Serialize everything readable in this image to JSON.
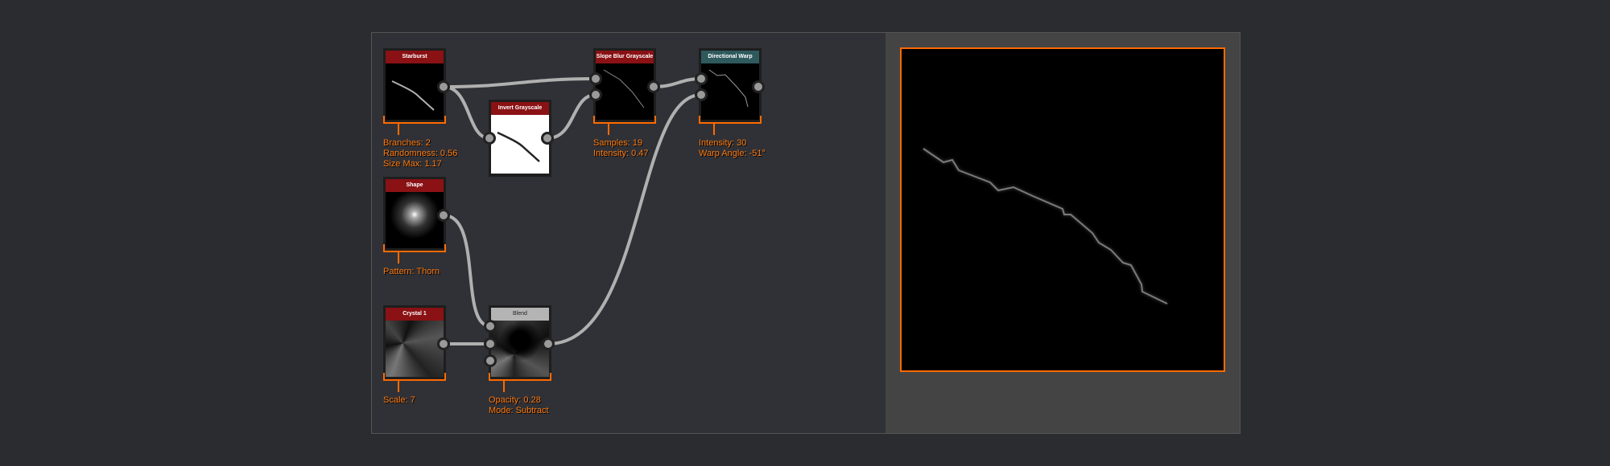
{
  "nodes": {
    "starburst": {
      "title": "Starburst",
      "params": [
        "Branches: 2",
        "Randomness: 0.56",
        "Size Max: 1.17"
      ]
    },
    "invert": {
      "title": "Invert Grayscale"
    },
    "slope_blur": {
      "title": "Slope Blur Grayscale",
      "params": [
        "Samples: 19",
        "Intensity: 0.47"
      ]
    },
    "directional_warp": {
      "title": "Directional Warp",
      "params": [
        "Intensity: 30",
        "Warp Angle: -51°"
      ]
    },
    "shape": {
      "title": "Shape",
      "params": [
        "Pattern: Thorn"
      ]
    },
    "crystal": {
      "title": "Crystal 1",
      "params": [
        "Scale: 7"
      ]
    },
    "blend": {
      "title": "Blend",
      "params": [
        "Opacity: 0.28",
        "Mode: Subtract"
      ]
    }
  },
  "colors": {
    "accent": "#ff6a00",
    "header_red": "#8a1114",
    "header_teal": "#2e5a5e",
    "header_gray": "#b4b4b4"
  }
}
